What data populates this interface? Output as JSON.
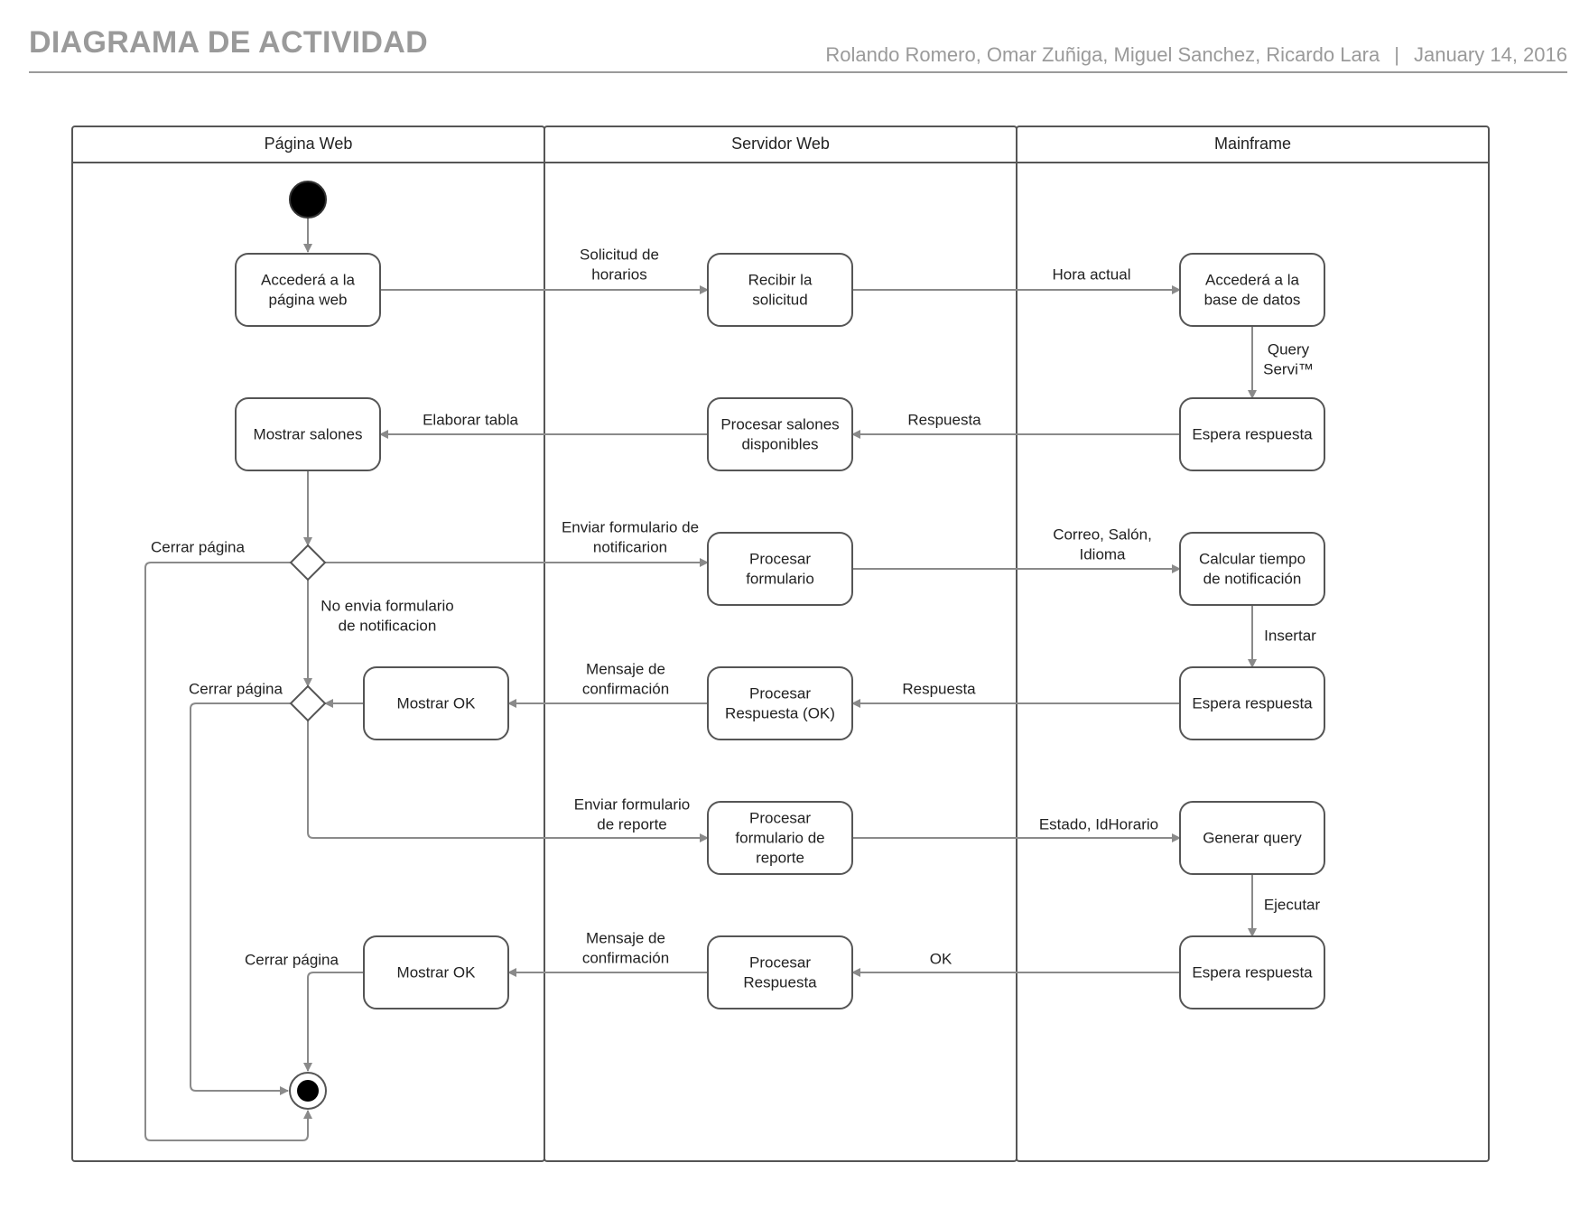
{
  "header": {
    "title": "DIAGRAMA DE ACTIVIDAD",
    "authors": "Rolando Romero, Omar Zuñiga, Miguel Sanchez, Ricardo Lara",
    "separator": "|",
    "date": "January 14, 2016"
  },
  "lanes": [
    "Página Web",
    "Servidor Web",
    "Mainframe"
  ],
  "nodes": {
    "acceder_web": [
      "Accederá a la",
      "página web"
    ],
    "mostrar_salones": [
      "Mostrar salones"
    ],
    "mostrar_ok_1": [
      "Mostrar OK"
    ],
    "mostrar_ok_2": [
      "Mostrar OK"
    ],
    "recibir": [
      "Recibir la",
      "solicitud"
    ],
    "procesar_salones": [
      "Procesar salones",
      "disponibles"
    ],
    "procesar_form": [
      "Procesar",
      "formulario"
    ],
    "procesar_resp_ok": [
      "Procesar",
      "Respuesta (OK)"
    ],
    "procesar_form_rep": [
      "Procesar",
      "formulario de",
      "reporte"
    ],
    "procesar_resp": [
      "Procesar",
      "Respuesta"
    ],
    "acceder_bd": [
      "Accederá a la",
      "base de datos"
    ],
    "espera_1": [
      "Espera respuesta"
    ],
    "calcular": [
      "Calcular tiempo",
      "de notificación"
    ],
    "espera_2": [
      "Espera respuesta"
    ],
    "generar": [
      "Generar query"
    ],
    "espera_3": [
      "Espera respuesta"
    ]
  },
  "edge_labels": {
    "solicitud": [
      "Solicitud de",
      "horarios"
    ],
    "hora": [
      "Hora actual"
    ],
    "query": [
      "Query",
      "Servi™"
    ],
    "respuesta_1": [
      "Respuesta"
    ],
    "elaborar": [
      "Elaborar tabla"
    ],
    "cerrar_1": [
      "Cerrar página"
    ],
    "enviar_notif": [
      "Enviar formulario de",
      "notificarion"
    ],
    "correo": [
      "Correo, Salón,",
      "Idioma"
    ],
    "no_envia": [
      "No envia formulario",
      "de notificacion"
    ],
    "insertar": [
      "Insertar"
    ],
    "cerrar_2": [
      "Cerrar página"
    ],
    "mensaje_1": [
      "Mensaje de",
      "confirmación"
    ],
    "respuesta_2": [
      "Respuesta"
    ],
    "enviar_rep": [
      "Enviar formulario",
      "de reporte"
    ],
    "estado": [
      "Estado, IdHorario"
    ],
    "ejecutar": [
      "Ejecutar"
    ],
    "cerrar_3": [
      "Cerrar página"
    ],
    "mensaje_2": [
      "Mensaje de",
      "confirmación"
    ],
    "ok": [
      "OK"
    ]
  },
  "colors": {
    "stroke": "#555555",
    "arrow": "#8a8a8a",
    "text": "#222222",
    "header": "#9a9a9a"
  }
}
